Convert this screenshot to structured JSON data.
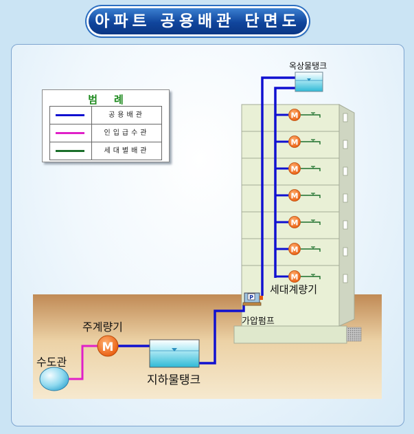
{
  "title": "아파트 공용배관 단면도",
  "legend": {
    "title": "범례",
    "items": [
      {
        "label": "공용배관",
        "color": "#1010d0"
      },
      {
        "label": "인입급수관",
        "color": "#e020c8"
      },
      {
        "label": "세대별배관",
        "color": "#1a6e2a"
      }
    ]
  },
  "labels": {
    "rooftop_tank": "옥상물탱크",
    "unit_meter": "세대계량기",
    "booster_pump": "가압펌프",
    "main_meter": "주계량기",
    "water_main": "수도관",
    "underground_tank": "지하물탱크"
  },
  "meter_symbol": "M",
  "pump_symbol": "P"
}
